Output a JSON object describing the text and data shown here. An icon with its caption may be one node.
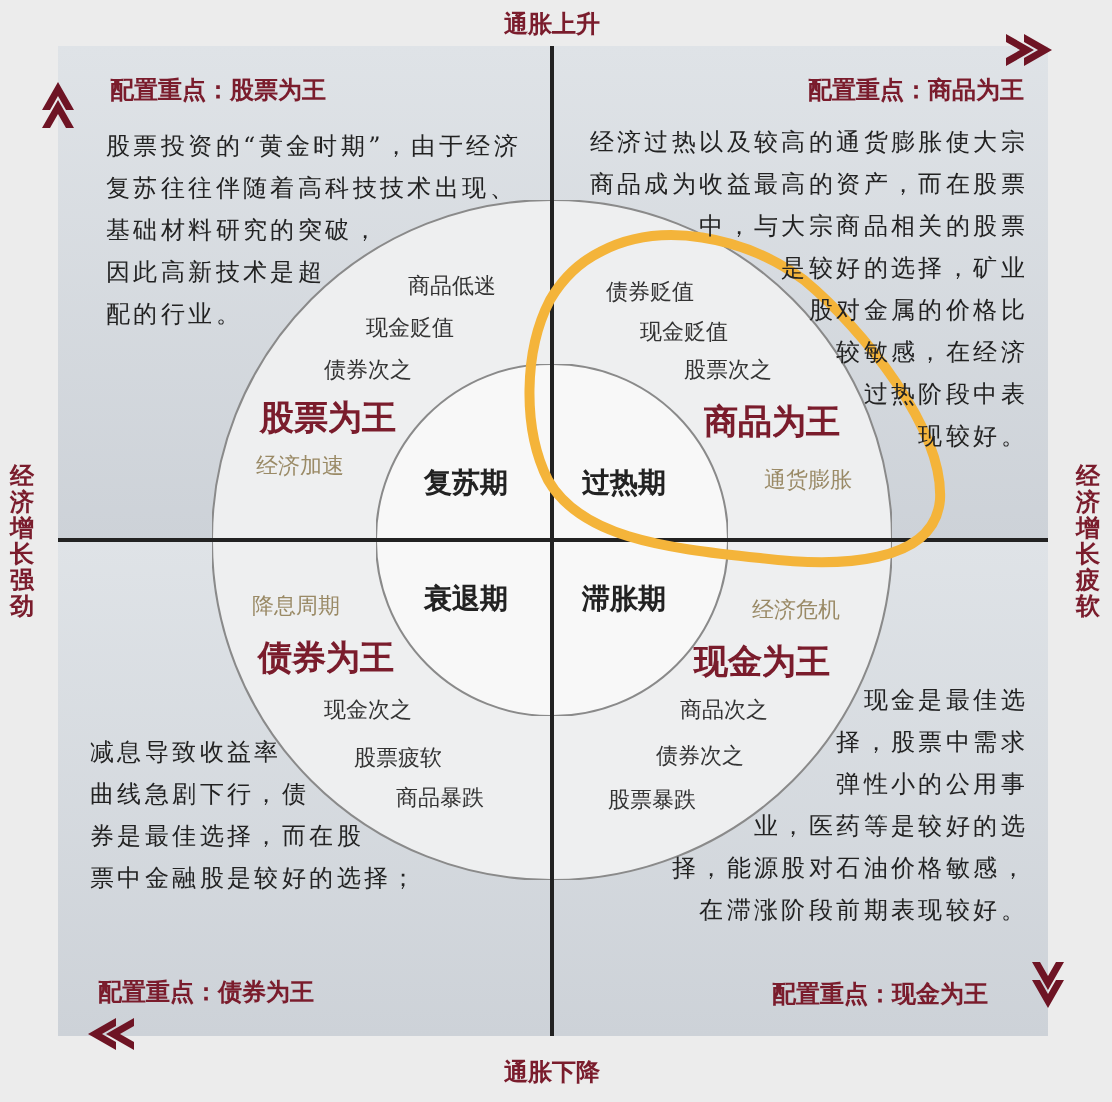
{
  "diagram": {
    "nodes": [
      {
        "text": [
          "配置重点：股票为王",
          "股票投资的“黄金时期”，由于经济复苏往往伴随着高科技技术出现、基础材料研究的突破，因此高新技术是超配的行业。"
        ]
      },
      {
        "text": [
          "配置重点：商品为王",
          "经济过热以及较高的通货膨胀使大宗商品成为收益最高的资产，而在股票中，与大宗商品相关的股票是较好的选择，矿业股对金属的价格比较敏感，在经济过热阶段中表现较好。"
        ]
      },
      {
        "text": [
          "减息导致收益率曲线急剧下行，债券是最佳选择，而在股票中金融股是较好的选择；",
          "配置重点：债券为王"
        ]
      },
      {
        "text": [
          "现金是最佳选择，股票中需求弹性小的公用事业，医药等是较好的选择，能源股对石油价格敏感，在滞涨阶段前期表现较好。",
          "配置重点：现金为王"
        ]
      },
      {
        "text": [
          "商品低迷",
          "现金贬值",
          "债券次之",
          "股票为王",
          "经济加速"
        ],
        "in": 0
      },
      {
        "text": [
          "债券贬值",
          "现金贬值",
          "股票次之",
          "商品为王",
          "通货膨胀"
        ],
        "in": 1
      },
      {
        "text": [
          "降息周期",
          "债券为王",
          "现金次之",
          "股票疲软",
          "商品暴跌"
        ],
        "in": 2
      },
      {
        "text": [
          "经济危机",
          "现金为王",
          "商品次之",
          "债券次之",
          "股票暴跌"
        ],
        "in": 3
      },
      {
        "text": [
          "复苏期"
        ],
        "in": 4
      },
      {
        "text": [
          "过热期"
        ],
        "in": 5
      },
      {
        "text": [
          "衰退期"
        ],
        "in": 6
      },
      {
        "text": [
          "滞胀期"
        ],
        "in": 7
      }
    ],
    "labels": [
      "通胀上升",
      "经济增长强劲",
      "经济增长疲软",
      "通胀下降"
    ]
  }
}
